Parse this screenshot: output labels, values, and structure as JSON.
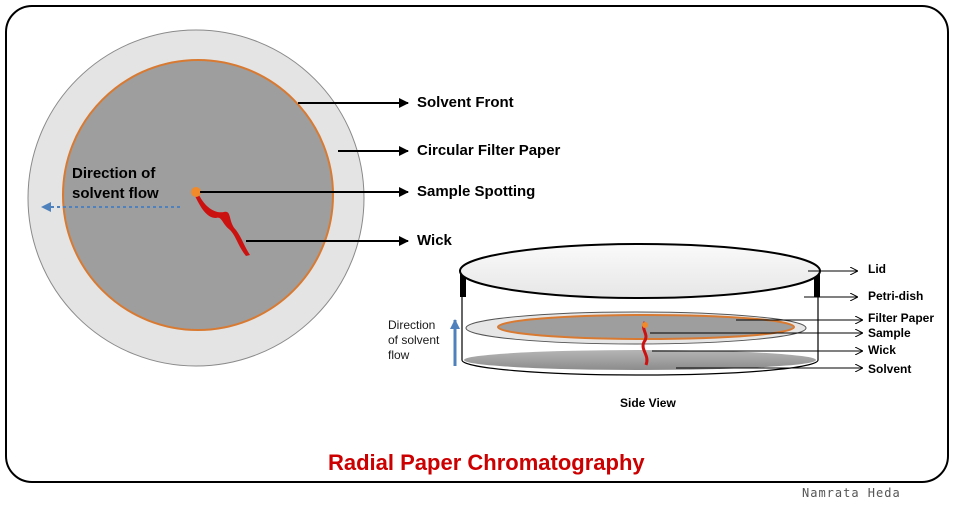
{
  "title": "Radial Paper Chromatography",
  "credit": "Namrata Heda",
  "colors": {
    "title": "#cc0000",
    "paper_outer": "#e4e4e4",
    "paper_inner": "#9e9e9e",
    "solvent_front_ring": "#d87a32",
    "wick": "#cc1111",
    "sample_spot": "#f08a2a",
    "flow_arrow": "#4f81bd"
  },
  "top_view": {
    "direction_label_line1": "Direction of",
    "direction_label_line2": "solvent flow",
    "labels": {
      "solvent_front": "Solvent Front",
      "circular_filter_paper": "Circular Filter Paper",
      "sample_spotting": "Sample Spotting",
      "wick": "Wick"
    }
  },
  "side_view": {
    "caption": "Side View",
    "direction_label": [
      "Direction",
      "of solvent",
      "flow"
    ],
    "labels": {
      "lid": "Lid",
      "petri_dish": "Petri-dish",
      "filter_paper": "Filter Paper",
      "sample": "Sample",
      "wick": "Wick",
      "solvent": "Solvent"
    }
  }
}
